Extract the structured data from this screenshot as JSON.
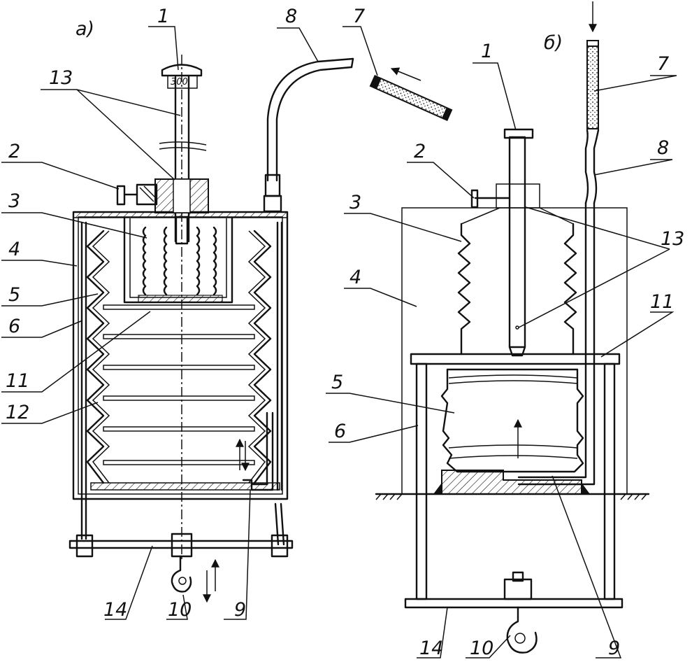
{
  "figure": {
    "variant_a_label": "a)",
    "variant_b_label": "б)",
    "gauge_text": "300"
  },
  "callouts_a": [
    {
      "id": "1",
      "text": "1"
    },
    {
      "id": "2",
      "text": "2"
    },
    {
      "id": "3",
      "text": "3"
    },
    {
      "id": "4",
      "text": "4"
    },
    {
      "id": "5",
      "text": "5"
    },
    {
      "id": "6",
      "text": "6"
    },
    {
      "id": "7",
      "text": "7"
    },
    {
      "id": "8",
      "text": "8"
    },
    {
      "id": "9",
      "text": "9"
    },
    {
      "id": "10",
      "text": "10"
    },
    {
      "id": "11",
      "text": "11"
    },
    {
      "id": "12",
      "text": "12"
    },
    {
      "id": "13",
      "text": "13"
    },
    {
      "id": "14",
      "text": "14"
    }
  ],
  "callouts_b": [
    {
      "id": "1",
      "text": "1"
    },
    {
      "id": "2",
      "text": "2"
    },
    {
      "id": "3",
      "text": "3"
    },
    {
      "id": "4",
      "text": "4"
    },
    {
      "id": "5",
      "text": "5"
    },
    {
      "id": "6",
      "text": "6"
    },
    {
      "id": "7",
      "text": "7"
    },
    {
      "id": "8",
      "text": "8"
    },
    {
      "id": "9",
      "text": "9"
    },
    {
      "id": "10",
      "text": "10"
    },
    {
      "id": "11",
      "text": "11"
    },
    {
      "id": "13",
      "text": "13"
    },
    {
      "id": "14",
      "text": "14"
    }
  ]
}
